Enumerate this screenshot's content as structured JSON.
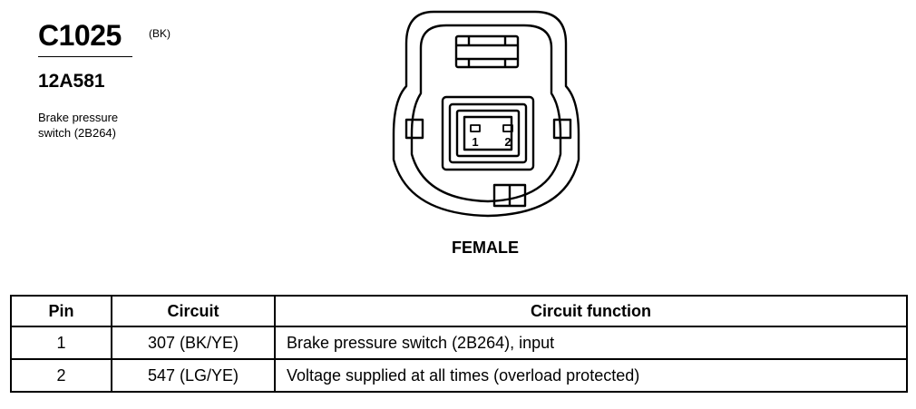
{
  "connector": {
    "id": "C1025",
    "color": "(BK)",
    "part_number": "12A581",
    "description_lines": [
      "Brake pressure",
      "switch (2B264)"
    ]
  },
  "diagram": {
    "pin_labels": [
      "1",
      "2"
    ],
    "gender": "FEMALE"
  },
  "pin_table": {
    "headers": [
      "Pin",
      "Circuit",
      "Circuit function"
    ],
    "rows": [
      [
        "1",
        "307 (BK/YE)",
        "Brake pressure switch (2B264), input"
      ],
      [
        "2",
        "547 (LG/YE)",
        "Voltage supplied at all times (overload protected)"
      ]
    ]
  }
}
